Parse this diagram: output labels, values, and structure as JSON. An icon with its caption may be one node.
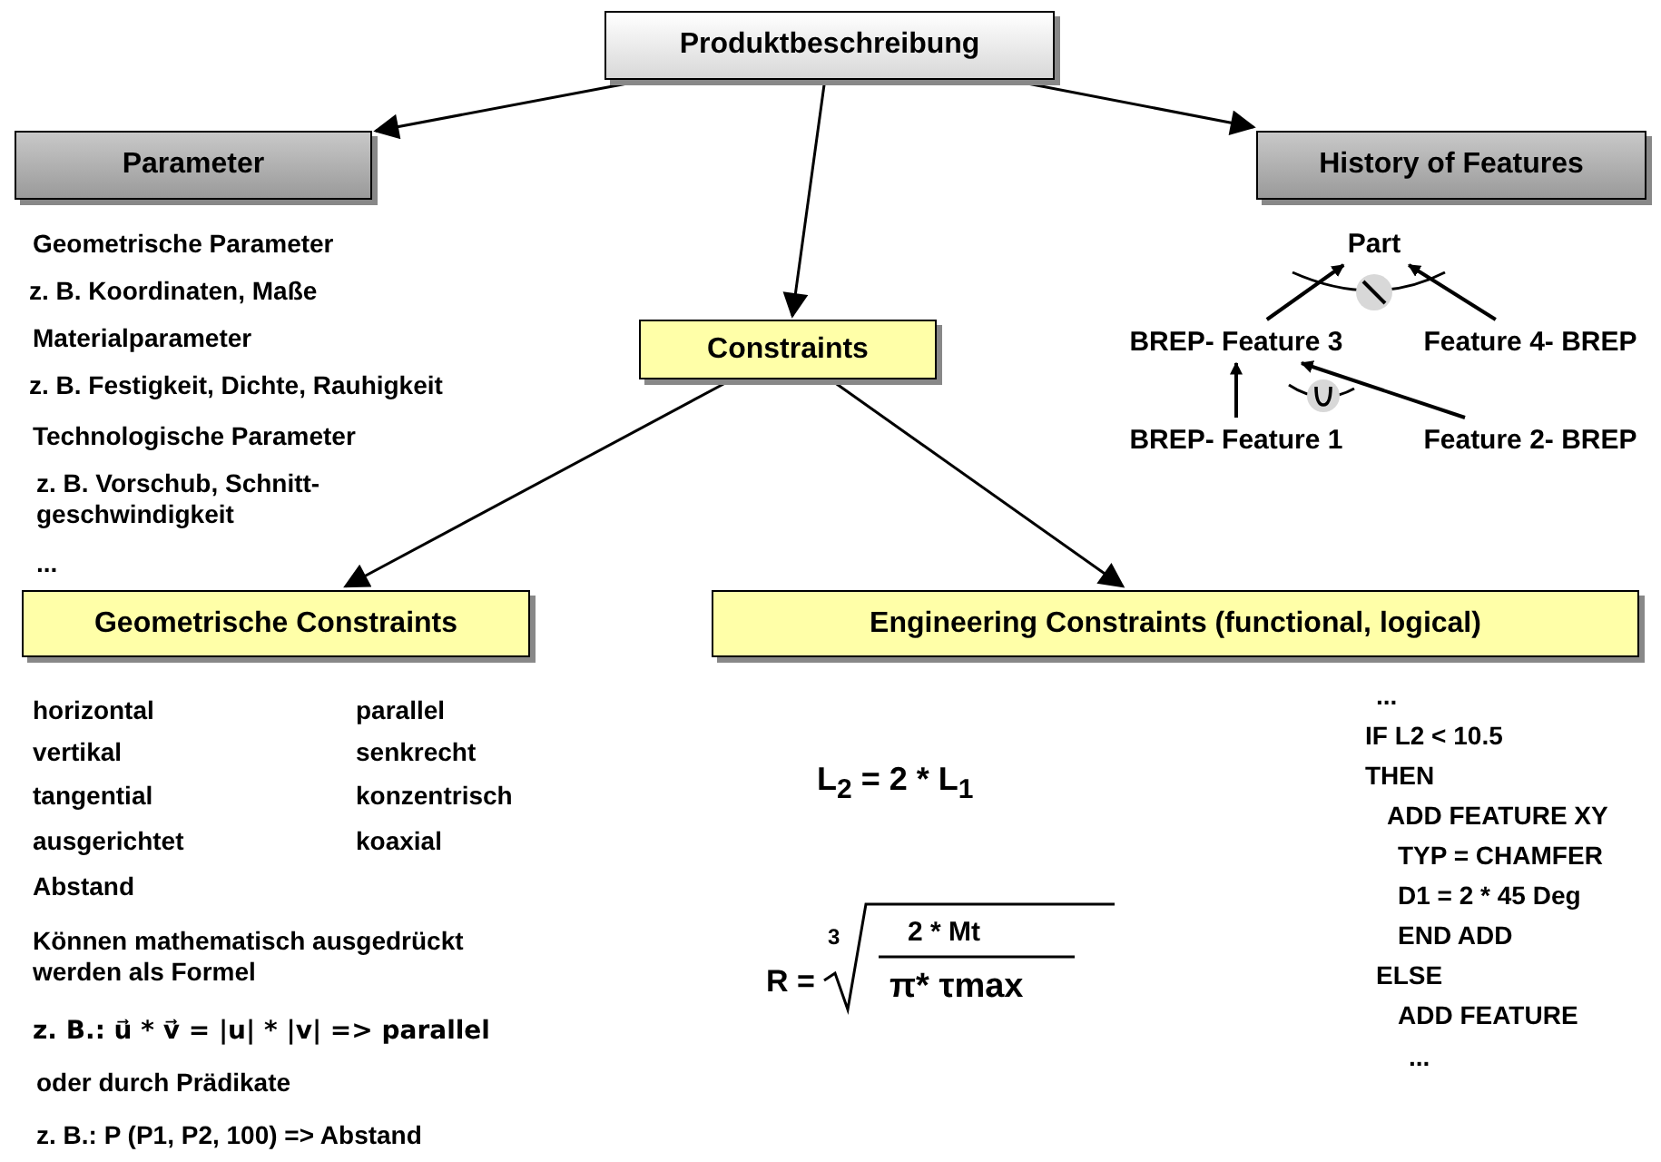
{
  "diagram": {
    "nodes": [
      {
        "text": [
          "Produktbeschreibung"
        ]
      },
      {
        "text": [
          "Parameter"
        ]
      },
      {
        "text": [
          "History of Features"
        ]
      },
      {
        "text": [
          "Constraints"
        ]
      },
      {
        "text": [
          "Geometrische Constraints"
        ]
      },
      {
        "text": [
          "Engineering Constraints (functional, logical)"
        ]
      },
      {
        "text": [
          "Part"
        ]
      },
      {
        "text": [
          "BREP- Feature 3"
        ]
      },
      {
        "text": [
          "Feature 4- BREP"
        ]
      },
      {
        "text": [
          "BREP- Feature 1"
        ]
      },
      {
        "text": [
          "Feature 2- BREP"
        ]
      }
    ],
    "edges": [
      {
        "from": 0,
        "to": 1,
        "arrow": "to"
      },
      {
        "from": 0,
        "to": 2,
        "arrow": "to"
      },
      {
        "from": 0,
        "to": 3,
        "arrow": "to"
      },
      {
        "from": 3,
        "to": 4,
        "arrow": "to"
      },
      {
        "from": 3,
        "to": 5,
        "arrow": "to"
      },
      {
        "from": 7,
        "to": 6,
        "arrow": "to"
      },
      {
        "from": 8,
        "to": 6,
        "arrow": "to"
      },
      {
        "from": 9,
        "to": 7,
        "arrow": "to"
      },
      {
        "from": 10,
        "to": 7,
        "arrow": "to"
      }
    ],
    "labels": [
      "Geometrische Parameter",
      "z. B. Koordinaten, Maße",
      "Materialparameter",
      "z. B. Festigkeit, Dichte, Rauhigkeit",
      "Technologische Parameter",
      "z. B. Vorschub, Schnitt- geschwindigkeit",
      "...",
      "horizontal",
      "parallel",
      "vertikal",
      "senkrecht",
      "tangential",
      "konzentrisch",
      "ausgerichtet",
      "koaxial",
      "Abstand",
      "Können mathematisch ausgedrückt werden als Formel",
      "z. B.: u⃗ * v⃗ = |u| * |v|   => parallel",
      "oder durch Prädikate",
      "z. B.: P (P1, P2, 100)  => Abstand",
      "L$_{2}$ = 2 * L$_{1}$",
      "R =",
      "3",
      "2 * Mt",
      "π* τmax",
      "...",
      "IF  L2 < 10.5",
      "THEN",
      "ADD FEATURE XY",
      "TYP = CHAMFER",
      "D1 = 2 * 45 Deg",
      "END ADD",
      "ELSE",
      "ADD FEATURE",
      "..."
    ]
  }
}
